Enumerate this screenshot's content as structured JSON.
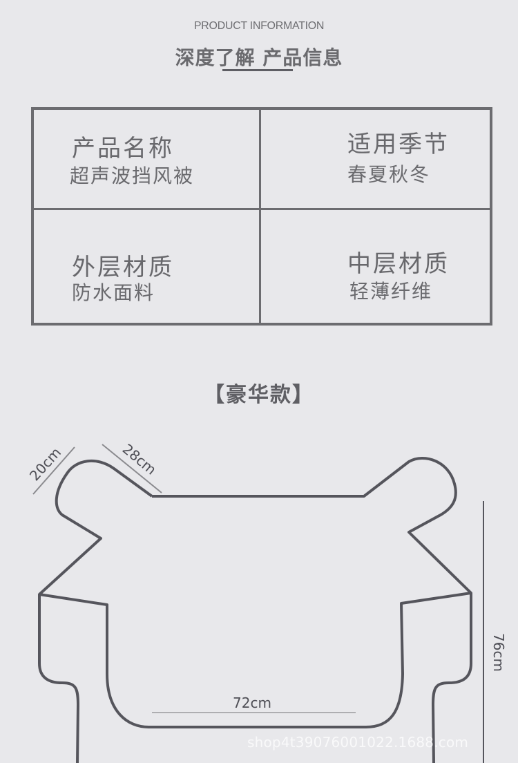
{
  "header": {
    "eyebrow": "PRODUCT INFORMATION",
    "title": "深度了解 产品信息"
  },
  "info_table": [
    {
      "label": "产品名称",
      "value": "超声波挡风被"
    },
    {
      "label": "适用季节",
      "value": "春夏秋冬"
    },
    {
      "label": "外层材质",
      "value": "防水面料"
    },
    {
      "label": "中层材质",
      "value": "轻薄纤维"
    }
  ],
  "section": {
    "title": "【豪华款】"
  },
  "diagram": {
    "dimensions": {
      "shoulder": "20cm",
      "neck_slope": "28cm",
      "width": "72cm",
      "height": "76cm"
    },
    "line_color": "#55555c",
    "dim_line_color": "#8a8a8e"
  },
  "watermark": "shop4t39076001022.1688.com",
  "colors": {
    "background": "#e8e8eb",
    "text": "#6a6a6e",
    "border": "#6c6c70"
  }
}
